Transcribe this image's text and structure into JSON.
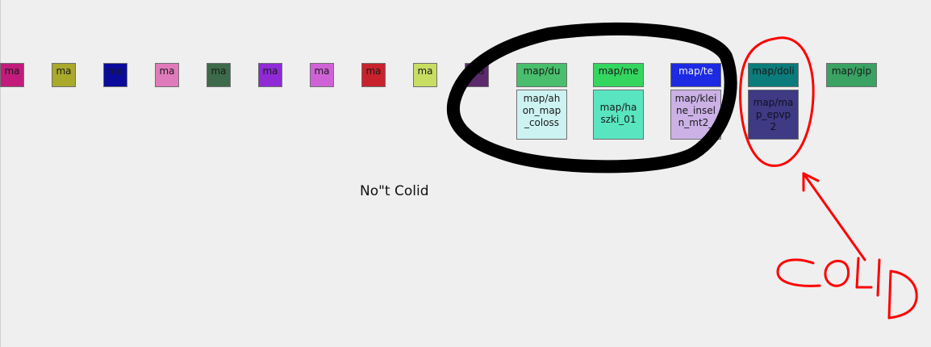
{
  "small_tiles": [
    {
      "label": "ma",
      "color": "#c21b7b"
    },
    {
      "label": "ma",
      "color": "#a9a92c"
    },
    {
      "label": "ma",
      "color": "#0b0b9b"
    },
    {
      "label": "ma",
      "color": "#e07bbb"
    },
    {
      "label": "ma",
      "color": "#3c6a4a"
    },
    {
      "label": "ma",
      "color": "#8f2ad6"
    },
    {
      "label": "ma",
      "color": "#d062d8"
    },
    {
      "label": "ma",
      "color": "#c8222c"
    },
    {
      "label": "ma",
      "color": "#c8de63"
    },
    {
      "label": "ma",
      "color": "#5a2a6a"
    }
  ],
  "map_columns": [
    {
      "header": "map/du",
      "header_color": "#49be6c",
      "body": "map/ah\non_map\n_coloss",
      "body_color": "#cdf2f2"
    },
    {
      "header": "map/me",
      "header_color": "#34d660",
      "body": "map/ha\nszki_01",
      "body_color": "#59e5c0"
    },
    {
      "header": "map/te",
      "header_color": "#1c2ae3",
      "body": "map/klei\nne_insel\nn_mt2_",
      "body_color": "#cbb1e6"
    },
    {
      "header": "map/doli",
      "header_color": "#0b7b7b",
      "body": "map/ma\np_epvp\n2",
      "body_color": "#3e3a84"
    },
    {
      "header": "map/gip",
      "header_color": "#3aa263"
    }
  ],
  "annotations": {
    "not_colid_text": "No\"t Colid",
    "colid_handwritten": "COLID",
    "black_marker_color": "#000000",
    "red_marker_color": "#ff0000"
  }
}
